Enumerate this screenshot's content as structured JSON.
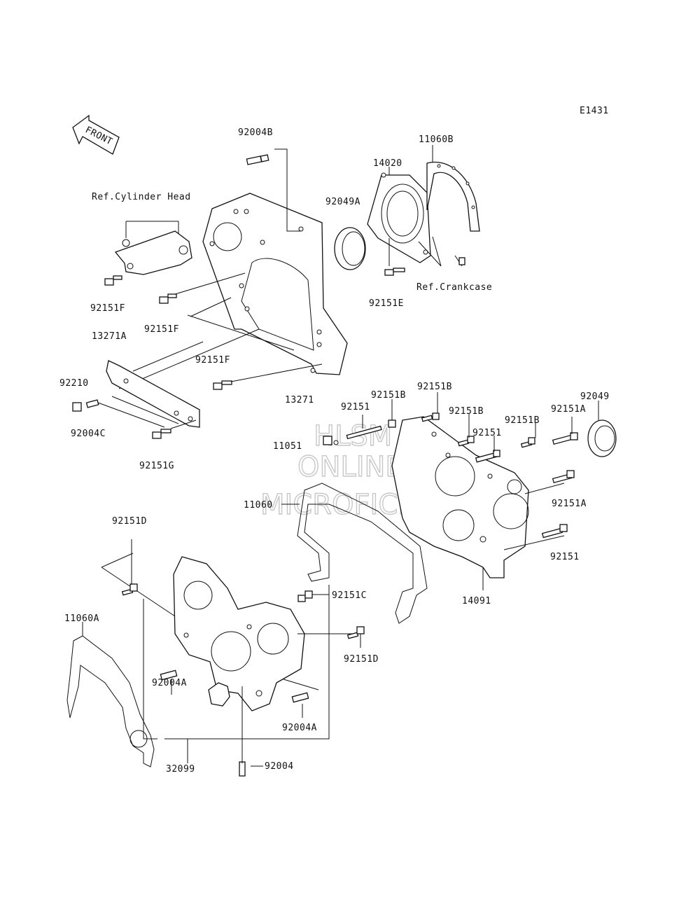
{
  "diagram_code": "E1431",
  "front_label": "FRONT",
  "ref_cylinder_head": "Ref.Cylinder Head",
  "ref_crankcase": "Ref.Crankcase",
  "watermark": [
    "HLSM",
    "ONLINE",
    "MICROFICHE"
  ],
  "parts": {
    "p92004B": "92004B",
    "p11060B": "11060B",
    "p14020": "14020",
    "p92049A": "92049A",
    "p92151F_a": "92151F",
    "p92151F_b": "92151F",
    "p92151F_c": "92151F",
    "p92151E": "92151E",
    "p13271A": "13271A",
    "p13271": "13271",
    "p92210": "92210",
    "p92004C": "92004C",
    "p92151G": "92151G",
    "p92151B_a": "92151B",
    "p92151B_b": "92151B",
    "p92151B_c": "92151B",
    "p92151B_d": "92151B",
    "p92151_a": "92151",
    "p92151_b": "92151",
    "p92151_c": "92151",
    "p92049": "92049",
    "p92151A_a": "92151A",
    "p92151A_b": "92151A",
    "p11051": "11051",
    "p11060": "11060",
    "p92151D_a": "92151D",
    "p92151D_b": "92151D",
    "p92151C": "92151C",
    "p14091": "14091",
    "p11060A": "11060A",
    "p92004A_a": "92004A",
    "p92004A_b": "92004A",
    "p32099": "32099",
    "p92004": "92004"
  }
}
